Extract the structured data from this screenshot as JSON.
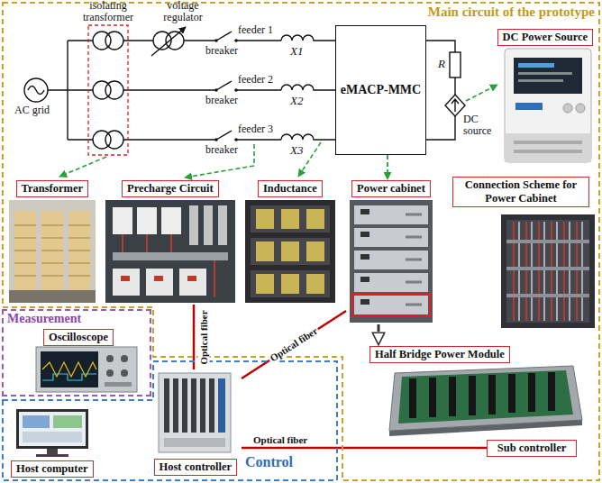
{
  "diagram": {
    "nodes": [
      {
        "text": [
          "Main circuit of the prototype"
        ]
      },
      {
        "text": [
          "eMACP-MMC"
        ],
        "in": 0
      },
      {
        "text": [
          "DC Power Source"
        ],
        "in": 0
      },
      {
        "text": [
          "Transformer"
        ],
        "in": 0
      },
      {
        "text": [
          "Precharge Circuit"
        ],
        "in": 0
      },
      {
        "text": [
          "Inductance"
        ],
        "in": 0
      },
      {
        "text": [
          "Power cabinet"
        ],
        "in": 0
      },
      {
        "text": [
          "Connection Scheme for Power Cabinet"
        ],
        "in": 0
      },
      {
        "text": [
          "Half Bridge Power Module"
        ],
        "in": 0
      },
      {
        "text": [
          "Sub controller"
        ],
        "in": 0
      },
      {
        "text": [
          "Measurement"
        ]
      },
      {
        "text": [
          "Oscilloscope"
        ],
        "in": 10
      },
      {
        "text": [
          "Control"
        ]
      },
      {
        "text": [
          "Host computer"
        ],
        "in": 12
      },
      {
        "text": [
          "Host controller"
        ],
        "in": 12
      }
    ],
    "edges": [
      {
        "from": 1,
        "to": 6,
        "arrow": "to"
      },
      {
        "from": 6,
        "to": 8,
        "arrow": "to"
      },
      {
        "from": 14,
        "to": 4,
        "arrow": "none",
        "label": "Optical fiber"
      },
      {
        "from": 14,
        "to": 6,
        "arrow": "none",
        "label": "Optical fiber"
      },
      {
        "from": 14,
        "to": 9,
        "arrow": "none",
        "label": "Optical fiber"
      }
    ],
    "labels": [
      "isolating transformer",
      "voltage regulator",
      "AC grid",
      "breaker",
      "feeder 1",
      "X1",
      "breaker",
      "feeder 2",
      "X2",
      "R",
      "DC source",
      "breaker",
      "feeder 3",
      "X3"
    ]
  }
}
